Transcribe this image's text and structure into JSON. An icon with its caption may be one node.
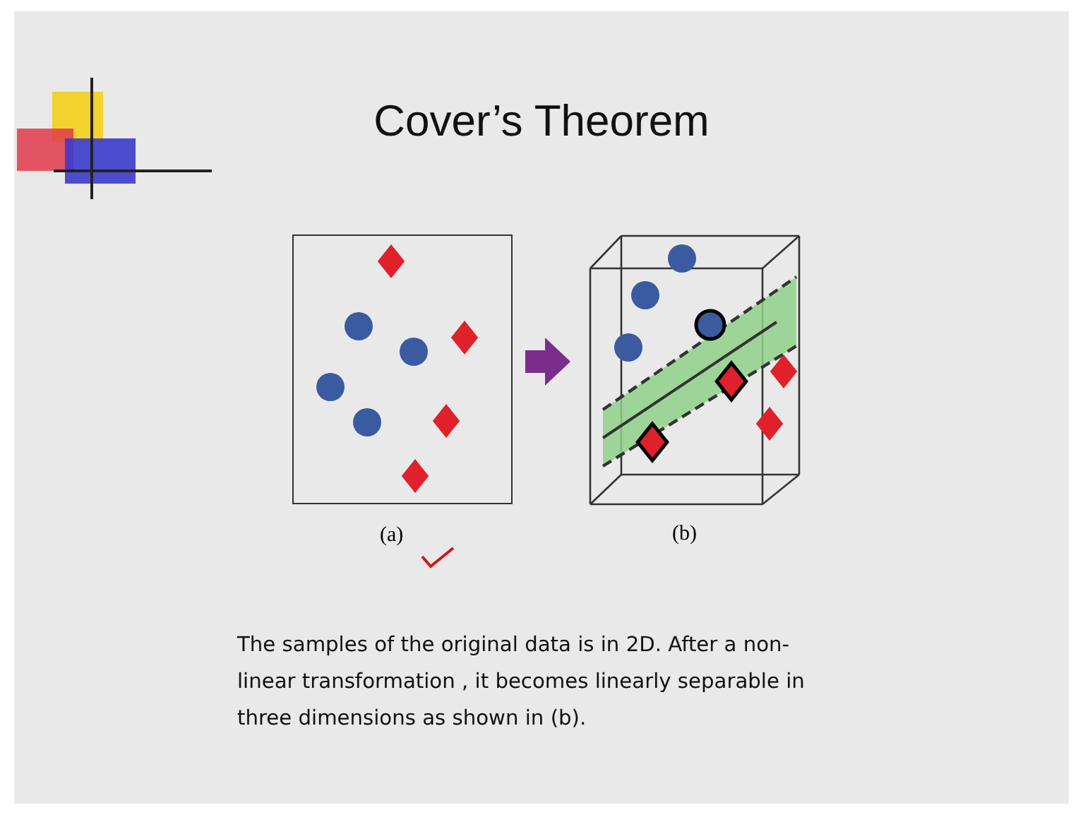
{
  "diagram": {
    "title": "Cover’s Theorem",
    "caption": "The samples of the original data is in 2D. After a non-linear transformation , it becomes linearly separable in three dimensions as shown in (b).",
    "nodes": [
      {
        "text": [],
        "shape": "picture",
        "beside": [
          "(a)"
        ]
      },
      {
        "text": [],
        "shape": "picture",
        "beside": [
          "(b)"
        ]
      }
    ],
    "edges": [
      {
        "from": 0,
        "to": 1,
        "arrow": "to",
        "color": "#7b2d8b"
      }
    ]
  }
}
